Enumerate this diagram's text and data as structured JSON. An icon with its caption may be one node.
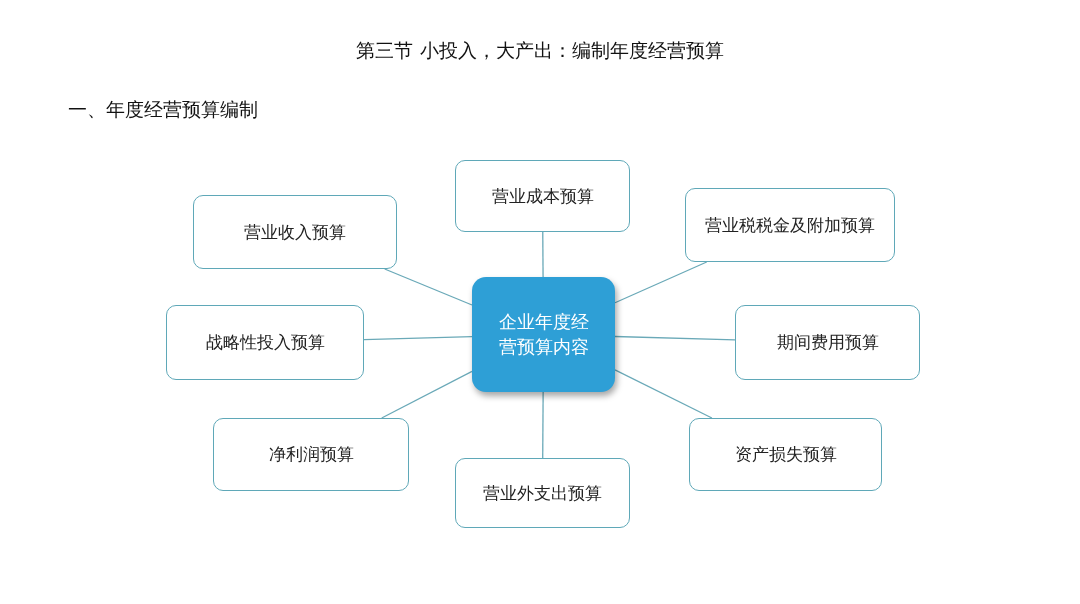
{
  "diagram": {
    "title": "第三节  小投入，大产出：编制年度经营预算",
    "nodes": [
      {
        "text": [
          "企业年度经营预算内容"
        ]
      },
      {
        "text": [
          "营业成本预算"
        ]
      },
      {
        "text": [
          "营业收入预算"
        ]
      },
      {
        "text": [
          "营业税税金及附加预算"
        ]
      },
      {
        "text": [
          "战略性投入预算"
        ]
      },
      {
        "text": [
          "期间费用预算"
        ]
      },
      {
        "text": [
          "净利润预算"
        ]
      },
      {
        "text": [
          "资产损失预算"
        ]
      },
      {
        "text": [
          "营业外支出预算"
        ]
      }
    ],
    "edges": [
      {
        "from": 0,
        "to": 1,
        "arrow": "none"
      },
      {
        "from": 0,
        "to": 2,
        "arrow": "none"
      },
      {
        "from": 0,
        "to": 3,
        "arrow": "none"
      },
      {
        "from": 0,
        "to": 4,
        "arrow": "none"
      },
      {
        "from": 0,
        "to": 5,
        "arrow": "none"
      },
      {
        "from": 0,
        "to": 6,
        "arrow": "none"
      },
      {
        "from": 0,
        "to": 7,
        "arrow": "none"
      },
      {
        "from": 0,
        "to": 8,
        "arrow": "none"
      }
    ],
    "labels": [
      "一、年度经营预算编制"
    ]
  }
}
